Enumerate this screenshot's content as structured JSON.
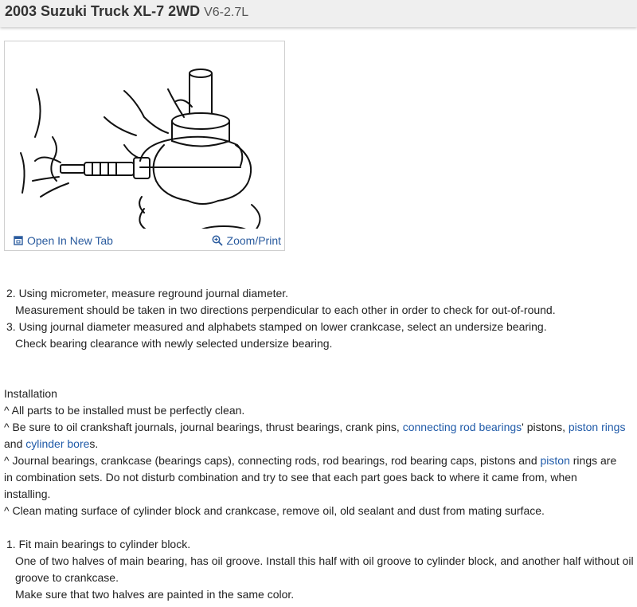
{
  "header": {
    "title": "2003 Suzuki Truck XL-7 2WD",
    "engine": "V6-2.7L"
  },
  "figure": {
    "open_label": "Open In New Tab",
    "zoom_label": "Zoom/Print"
  },
  "steps_top": [
    {
      "line": "2. Using micrometer, measure reground journal diameter.",
      "detail": "Measurement should be taken in two directions perpendicular to each other in order to check for out-of-round."
    },
    {
      "line": "3. Using journal diameter measured and alphabets stamped on lower crankcase, select an undersize bearing.",
      "detail": "Check bearing clearance with newly selected undersize bearing."
    }
  ],
  "installation": {
    "heading": "Installation",
    "b1": "^  All parts to be installed must be perfectly clean.",
    "b2_a": "^  Be sure to oil crankshaft journals, journal bearings, thrust bearings, crank pins, ",
    "b2_link1": "connecting rod bearings",
    "b2_b": "' pistons, ",
    "b2_link2": "piston rings",
    "b2_c": " and ",
    "b2_link3": "cylinder bore",
    "b2_d": "s.",
    "b3_a": "^  Journal bearings, crankcase (bearings caps), connecting rods, rod bearings, rod bearing caps, pistons and ",
    "b3_link": "piston",
    "b3_b": " rings are in combination sets. Do not disturb combination and try to see that each part goes back to where it came from, when installing.",
    "b4": "^  Clean mating surface of cylinder block and crankcase, remove oil, old sealant and dust from mating surface."
  },
  "step1": {
    "line": "1. Fit main bearings to cylinder block.",
    "detail1": "One of two halves of main bearing, has oil groove. Install this half with oil groove to cylinder block, and another half without oil groove to crankcase.",
    "detail2": "Make sure that two halves are painted in the same color."
  }
}
